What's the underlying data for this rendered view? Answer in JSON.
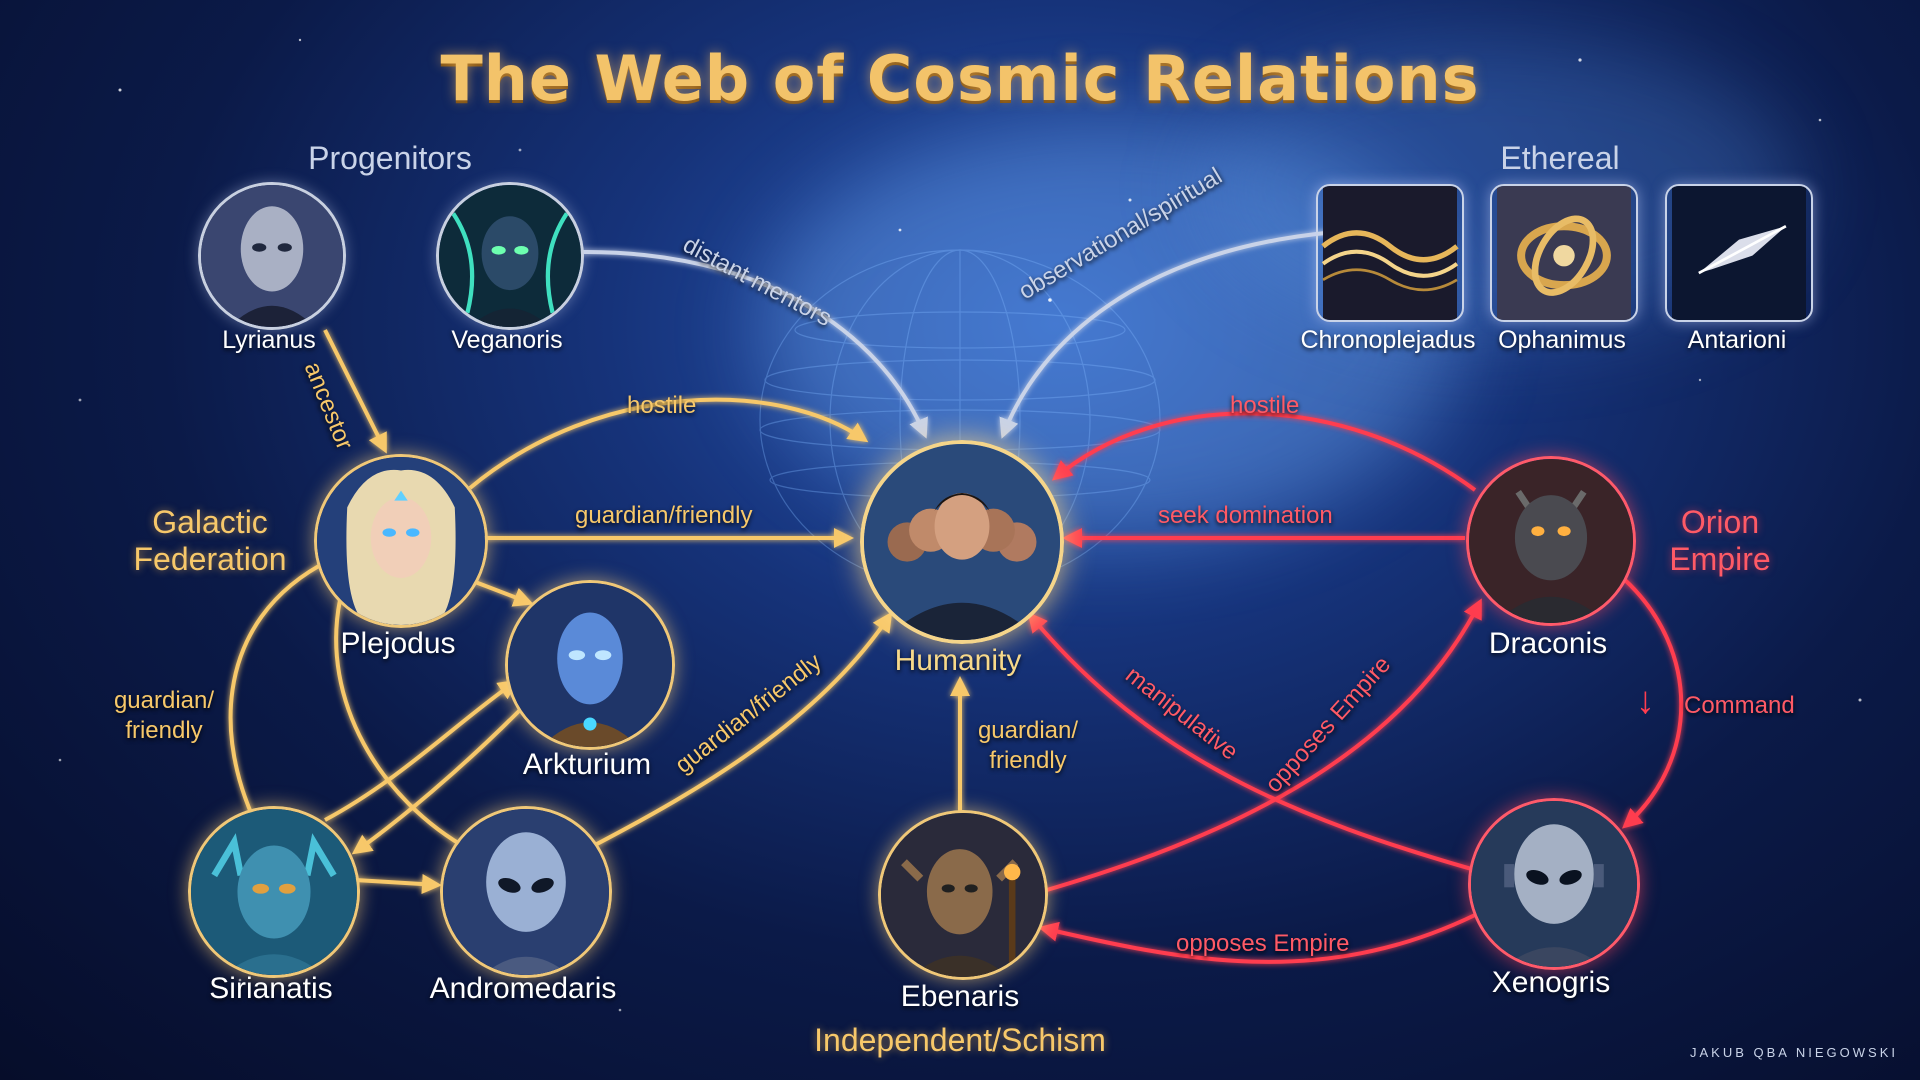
{
  "title": "The Web of Cosmic Relations",
  "groups": {
    "progenitors": "Progenitors",
    "ethereal": "Ethereal",
    "galactic_federation": [
      "Galactic",
      "Federation"
    ],
    "orion_empire": [
      "Orion",
      "Empire"
    ],
    "independent": "Independent/Schism"
  },
  "nodes": {
    "lyrianus": "Lyrianus",
    "veganoris": "Veganoris",
    "chronoplejadus": "Chronoplejadus",
    "ophanimus": "Ophanimus",
    "antarioni": "Antarioni",
    "plejodus": "Plejodus",
    "humanity": "Humanity",
    "draconis": "Draconis",
    "arkturium": "Arkturium",
    "sirianatis": "Sirianatis",
    "andromedaris": "Andromedaris",
    "ebenaris": "Ebenaris",
    "xenogris": "Xenogris"
  },
  "relations": {
    "ancestor": "ancestor",
    "distant_mentors": "distant mentors",
    "observational": "observational/spiritual",
    "hostile_left": "hostile",
    "hostile_right": "hostile",
    "guardian_plejodus": "guardian/friendly",
    "seek_domination": "seek domination",
    "guardian_left": [
      "guardian/",
      "friendly"
    ],
    "guardian_diag": "guardian/friendly",
    "guardian_ebenaris": [
      "guardian/",
      "friendly"
    ],
    "manipulative": "manipulative",
    "opposes_up": "opposes Empire",
    "opposes_bottom": "opposes Empire",
    "command": "Command",
    "command_arrow": "↓"
  },
  "credit": "JAKUB QBA NIEGOWSKI",
  "colors": {
    "gold": "#f7c86a",
    "red": "#ff3d4f",
    "gray": "#c9d3e8",
    "title": "#f3c36a"
  }
}
